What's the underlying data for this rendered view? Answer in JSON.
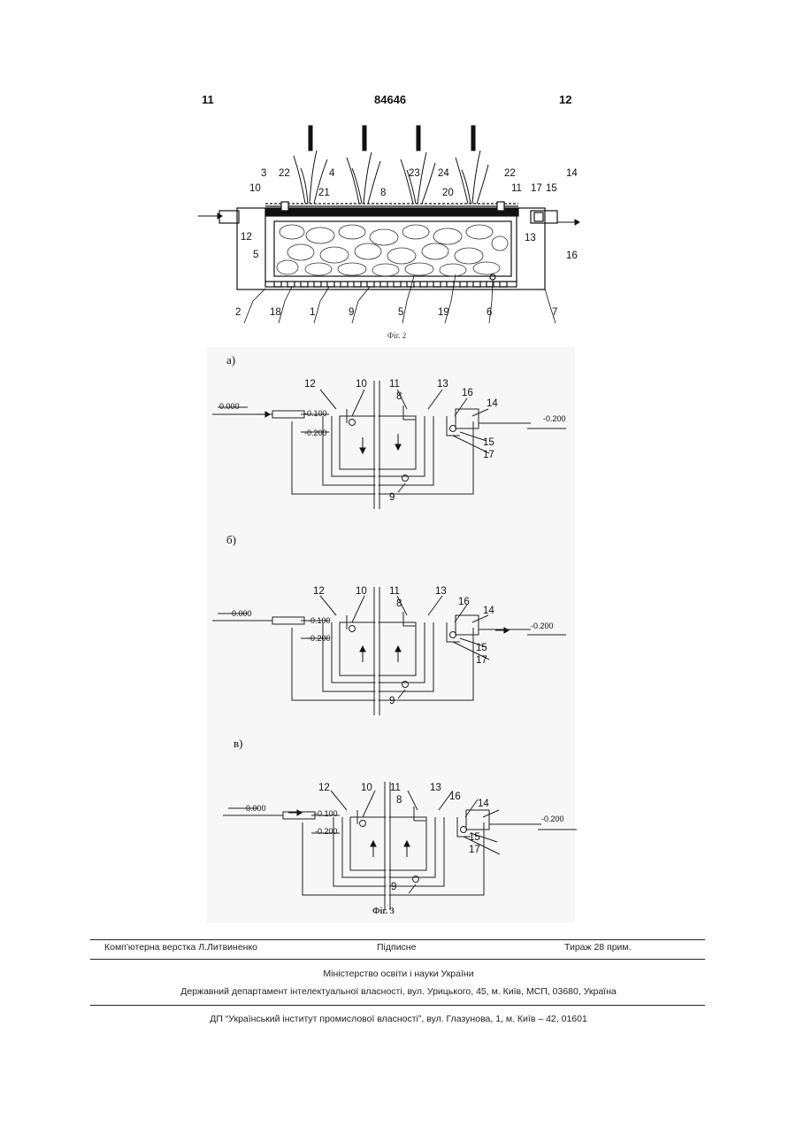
{
  "header": {
    "left_page": "11",
    "patent_number": "84646",
    "right_page": "12"
  },
  "fig2": {
    "caption": "Фіг. 2",
    "labels": [
      "3",
      "22",
      "4",
      "23",
      "24",
      "22",
      "14",
      "10",
      "21",
      "8",
      "20",
      "11",
      "17",
      "15",
      "12",
      "5",
      "13",
      "16",
      "2",
      "18",
      "1",
      "9",
      "5",
      "19",
      "6",
      "7"
    ]
  },
  "fig3": {
    "caption": "Фіг. 3",
    "variants": [
      {
        "letter": "а)",
        "level_in": "0.000",
        "level_hi": "-0.100",
        "level_lo": "-0.200",
        "level_out": "-0.200",
        "labels": [
          "12",
          "10",
          "11",
          "8",
          "13",
          "16",
          "14",
          "15",
          "17",
          "9"
        ]
      },
      {
        "letter": "б)",
        "level_in": "0.000",
        "level_hi": "-0.100",
        "level_lo": "-0.200",
        "level_out": "-0.200",
        "labels": [
          "12",
          "10",
          "11",
          "8",
          "13",
          "16",
          "14",
          "15",
          "17",
          "9"
        ]
      },
      {
        "letter": "в)",
        "level_in": "0.000",
        "level_hi": "-0.100",
        "level_lo": "-0.200",
        "level_out": "-0.200",
        "labels": [
          "12",
          "10",
          "11",
          "8",
          "13",
          "16",
          "14",
          "15",
          "17",
          "9"
        ]
      }
    ]
  },
  "footer": {
    "layout": "Комп'ютерна верстка Л.Литвиненко",
    "signed": "Підписне",
    "circulation": "Тираж 28 прим.",
    "ministry": "Міністерство освіти і науки України",
    "department": "Державний департамент інтелектуальної власності, вул. Урицького, 45, м. Київ, МСП, 03680, Україна",
    "institute": "ДП “Український інститут промислової власності”, вул. Глазунова, 1, м. Київ – 42, 01601"
  }
}
